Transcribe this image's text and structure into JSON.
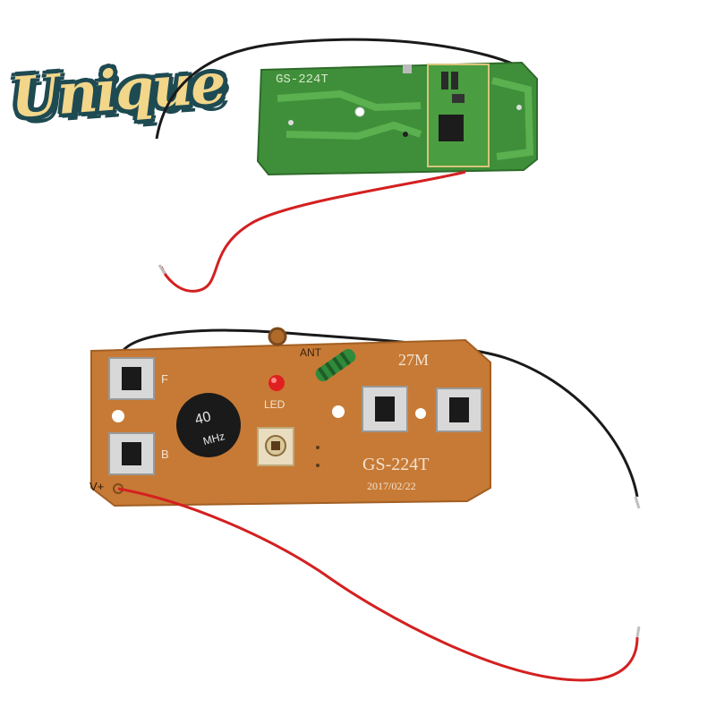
{
  "logo": {
    "text": "Unique"
  },
  "receiver_board": {
    "model_label": "GS-224T",
    "color": "#3f8f3a",
    "wire_colors": [
      "#1a1a1a",
      "#d42020"
    ]
  },
  "transmitter_board": {
    "model_label": "GS-224T",
    "date_label": "2017/02/22",
    "frequency_label": "27M",
    "ant_label": "ANT",
    "led_label": "LED",
    "crystal_label_top": "40",
    "crystal_label_bottom": "MHz",
    "button_f_label": "F",
    "button_b_label": "B",
    "power_label": "V+",
    "color": "#c77a35",
    "wire_colors": [
      "#1a1a1a",
      "#d42020"
    ]
  }
}
